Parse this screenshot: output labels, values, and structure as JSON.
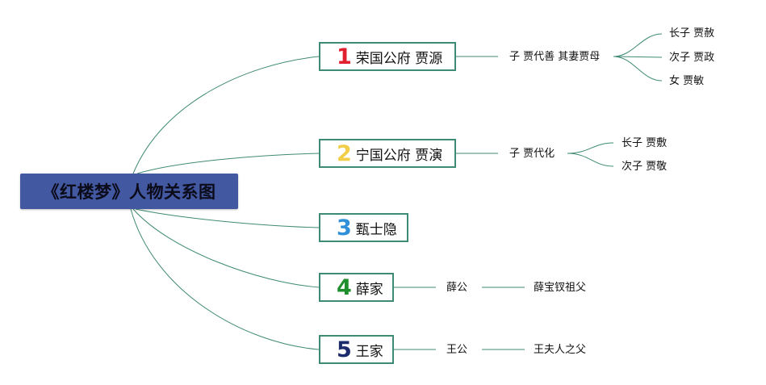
{
  "root": {
    "label": "《红楼梦》人物关系图",
    "color": "#4258a0"
  },
  "link_color": "#3f8a74",
  "branches": [
    {
      "number": "1",
      "number_color": "#e0202e",
      "label": "荣国公府 贾源",
      "children": [
        {
          "label": "子 贾代善 其妻贾母",
          "children": [
            {
              "label": "长子 贾赦"
            },
            {
              "label": "次子 贾政"
            },
            {
              "label": "女 贾敏"
            }
          ]
        }
      ]
    },
    {
      "number": "2",
      "number_color": "#f2cd4a",
      "label": "宁国公府 贾演",
      "children": [
        {
          "label": "子 贾代化",
          "children": [
            {
              "label": "长子 贾敷"
            },
            {
              "label": "次子 贾敬"
            }
          ]
        }
      ]
    },
    {
      "number": "3",
      "number_color": "#2f8fd8",
      "label": "甄士隐",
      "children": []
    },
    {
      "number": "4",
      "number_color": "#1f8f2e",
      "label": "薛家",
      "children": [
        {
          "label": "薛公",
          "children": [
            {
              "label": "薛宝钗祖父"
            }
          ]
        }
      ]
    },
    {
      "number": "5",
      "number_color": "#1c2b6b",
      "label": "王家",
      "children": [
        {
          "label": "王公",
          "children": [
            {
              "label": "王夫人之父"
            }
          ]
        }
      ]
    }
  ]
}
